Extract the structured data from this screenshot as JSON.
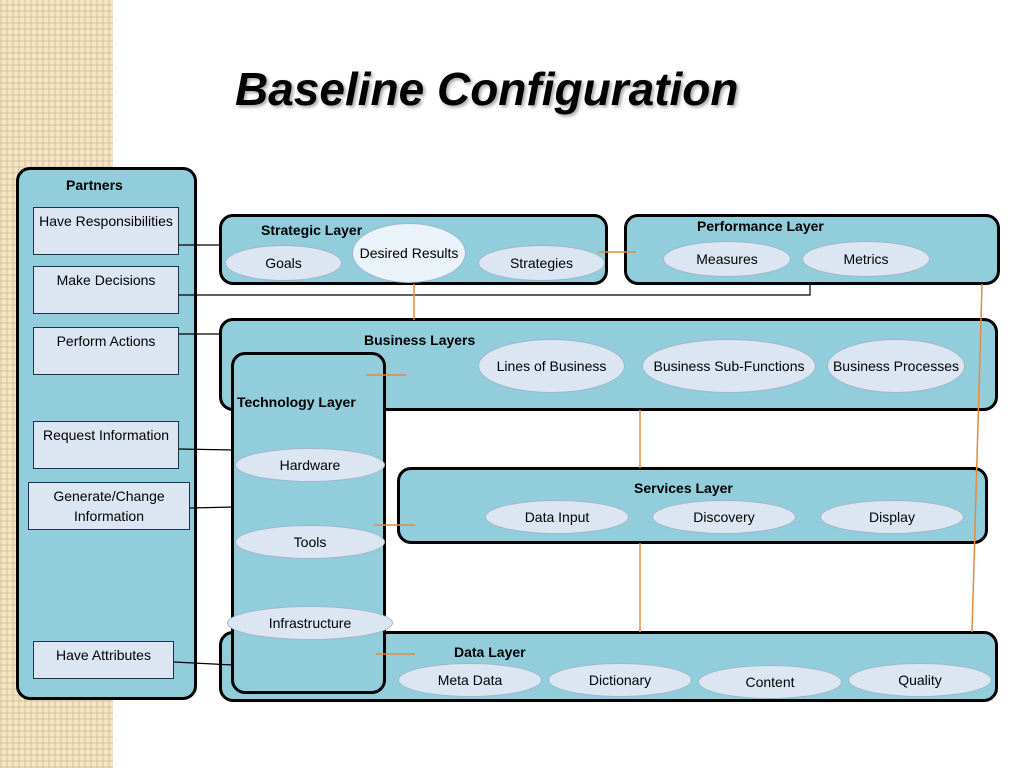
{
  "title": "Baseline Configuration",
  "partners": {
    "label": "Partners",
    "items": [
      "Have Responsibilities",
      "Make Decisions",
      "Perform Actions",
      "Request Information",
      "Generate/Change Information",
      "Have Attributes"
    ]
  },
  "strategic_layer": {
    "label": "Strategic Layer",
    "items": [
      "Goals",
      "Desired Results",
      "Strategies"
    ]
  },
  "performance_layer": {
    "label": "Performance Layer",
    "items": [
      "Measures",
      "Metrics"
    ]
  },
  "business_layers": {
    "label": "Business Layers",
    "items": [
      "Lines of Business",
      "Business Sub-Functions",
      "Business Processes"
    ]
  },
  "technology_layer": {
    "label": "Technology Layer",
    "items": [
      "Hardware",
      "Tools",
      "Infrastructure"
    ]
  },
  "services_layer": {
    "label": "Services Layer",
    "items": [
      "Data Input",
      "Discovery",
      "Display"
    ]
  },
  "data_layer": {
    "label": "Data Layer",
    "items": [
      "Meta Data",
      "Dictionary",
      "Content",
      "Quality"
    ]
  },
  "colors": {
    "panel": "#92cddc",
    "node": "#dce6f2",
    "connector": "#e58a3a",
    "border": "#000000"
  }
}
